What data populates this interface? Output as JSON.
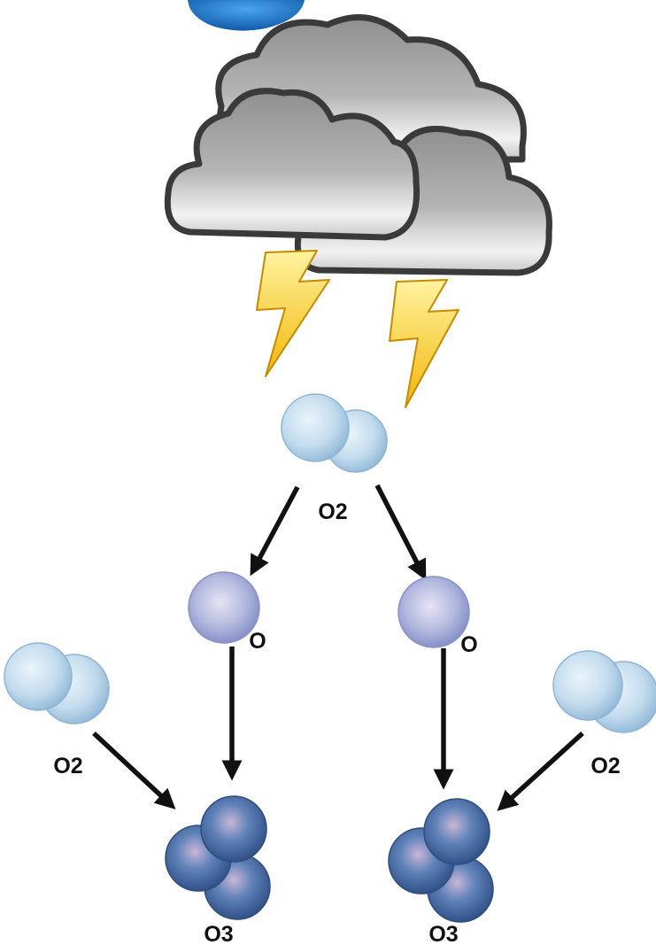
{
  "diagram": {
    "icons": {
      "sun": "sun-icon",
      "cloud": "storm-cloud-icon",
      "lightning": "lightning-bolt-icon"
    },
    "labels": {
      "top_o2": "O2",
      "left_o": "O",
      "right_o": "O",
      "left_o2": "O2",
      "right_o2": "O2",
      "left_o3": "O3",
      "right_o3": "O3"
    },
    "colors": {
      "o2_molecule": "#bcd9ee",
      "o_atom": "#a9b3df",
      "o3_molecule": "#4f75ab",
      "sun": "#1e73c6",
      "cloud": "#9a9a9a",
      "lightning": "#f5c518",
      "arrow": "#111111"
    }
  }
}
